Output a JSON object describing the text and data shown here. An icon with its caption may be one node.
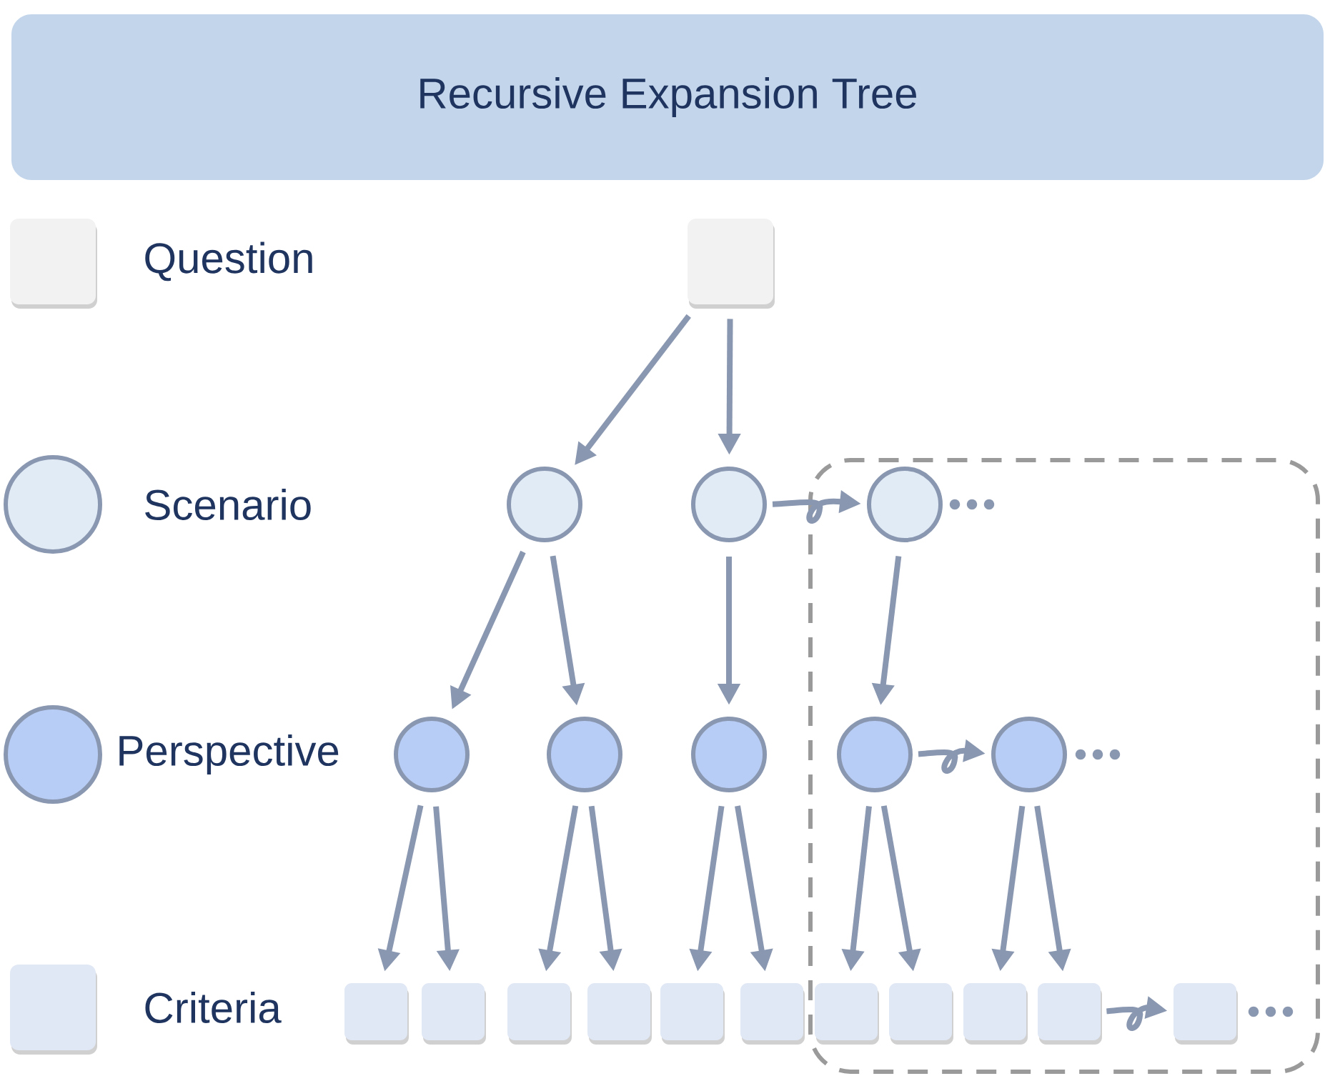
{
  "diagram": {
    "title": "Recursive Expansion Tree",
    "nodes": [
      {
        "text": [],
        "shape": "box"
      },
      {
        "text": [],
        "shape": "circle"
      },
      {
        "text": [],
        "shape": "circle"
      },
      {
        "text": [],
        "shape": "circle"
      },
      {
        "text": [],
        "shape": "circle"
      },
      {
        "text": [],
        "shape": "circle"
      },
      {
        "text": [],
        "shape": "circle"
      },
      {
        "text": [],
        "shape": "circle"
      },
      {
        "text": [],
        "shape": "circle"
      },
      {
        "text": [],
        "shape": "box"
      },
      {
        "text": [],
        "shape": "box"
      },
      {
        "text": [],
        "shape": "box"
      },
      {
        "text": [],
        "shape": "box"
      },
      {
        "text": [],
        "shape": "box"
      },
      {
        "text": [],
        "shape": "box"
      },
      {
        "text": [],
        "shape": "box"
      },
      {
        "text": [],
        "shape": "box"
      },
      {
        "text": [],
        "shape": "box"
      },
      {
        "text": [],
        "shape": "box"
      },
      {
        "text": [],
        "shape": "box"
      }
    ],
    "edges": [
      {
        "from": 0,
        "to": 1,
        "arrow": "to"
      },
      {
        "from": 0,
        "to": 2,
        "arrow": "to"
      },
      {
        "from": 2,
        "to": 3,
        "arrow": "to"
      },
      {
        "from": 1,
        "to": 4,
        "arrow": "to"
      },
      {
        "from": 1,
        "to": 5,
        "arrow": "to"
      },
      {
        "from": 2,
        "to": 6,
        "arrow": "to"
      },
      {
        "from": 3,
        "to": 7,
        "arrow": "to"
      },
      {
        "from": 7,
        "to": 8,
        "arrow": "to"
      },
      {
        "from": 4,
        "to": 9,
        "arrow": "to"
      },
      {
        "from": 4,
        "to": 10,
        "arrow": "to"
      },
      {
        "from": 5,
        "to": 11,
        "arrow": "to"
      },
      {
        "from": 5,
        "to": 12,
        "arrow": "to"
      },
      {
        "from": 6,
        "to": 13,
        "arrow": "to"
      },
      {
        "from": 6,
        "to": 14,
        "arrow": "to"
      },
      {
        "from": 7,
        "to": 15,
        "arrow": "to"
      },
      {
        "from": 7,
        "to": 16,
        "arrow": "to"
      },
      {
        "from": 8,
        "to": 17,
        "arrow": "to"
      },
      {
        "from": 8,
        "to": 18,
        "arrow": "to"
      },
      {
        "from": 18,
        "to": 19,
        "arrow": "to"
      }
    ],
    "legend": [
      {
        "text": "Question"
      },
      {
        "text": "Scenario"
      },
      {
        "text": "Perspective"
      },
      {
        "text": "Criteria"
      }
    ]
  }
}
